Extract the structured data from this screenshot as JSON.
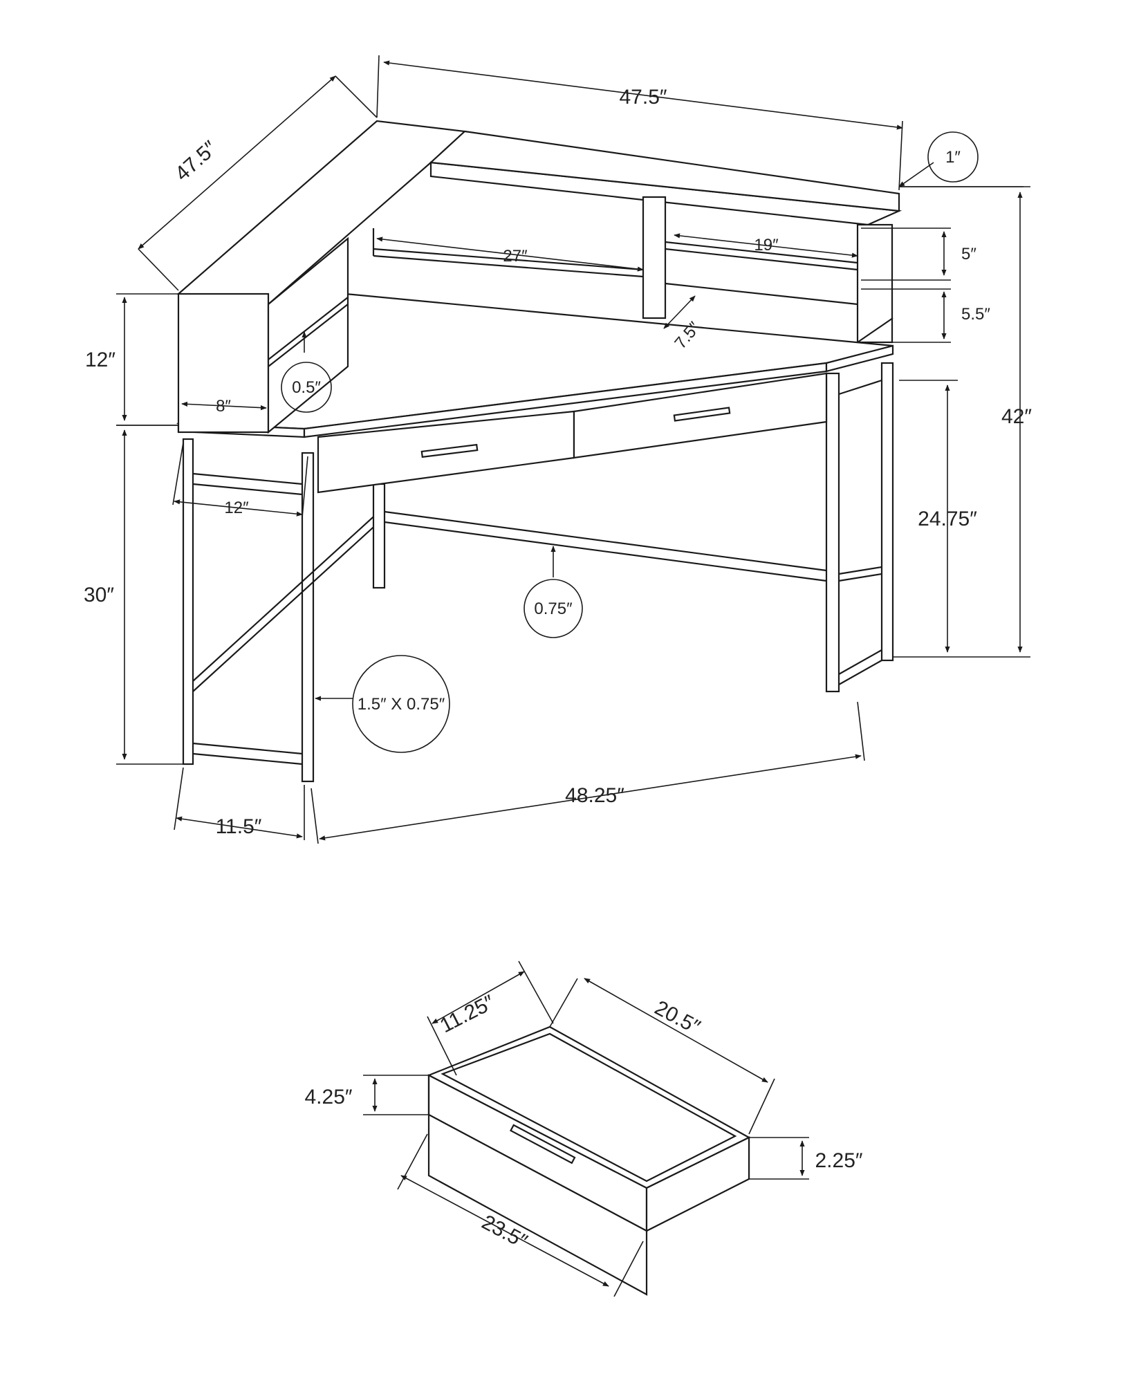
{
  "desk": {
    "dims": {
      "top_left_depth": "47.5″",
      "top_back_width": "47.5″",
      "hutch_top_thick": "1″",
      "hutch_opening": "27″",
      "hutch_shelf_width": "19″",
      "upper_gap": "5″",
      "lower_gap": "5.5″",
      "shelf_depth": "7.5″",
      "hutch_height": "12″",
      "total_height": "42″",
      "panel_thick": "0.5″",
      "hutch_depth": "8″",
      "leg_inner": "12″",
      "desk_height": "30″",
      "knee_clearance": "24.75″",
      "stretcher_size": "0.75″",
      "leg_tube": "1.5″ X 0.75″",
      "leg_depth": "11.5″",
      "front_width": "48.25″"
    }
  },
  "drawer": {
    "dims": {
      "inner_depth": "11.25″",
      "inner_width": "20.5″",
      "front_height": "4.25″",
      "side_height": "2.25″",
      "front_width": "23.5″"
    }
  }
}
